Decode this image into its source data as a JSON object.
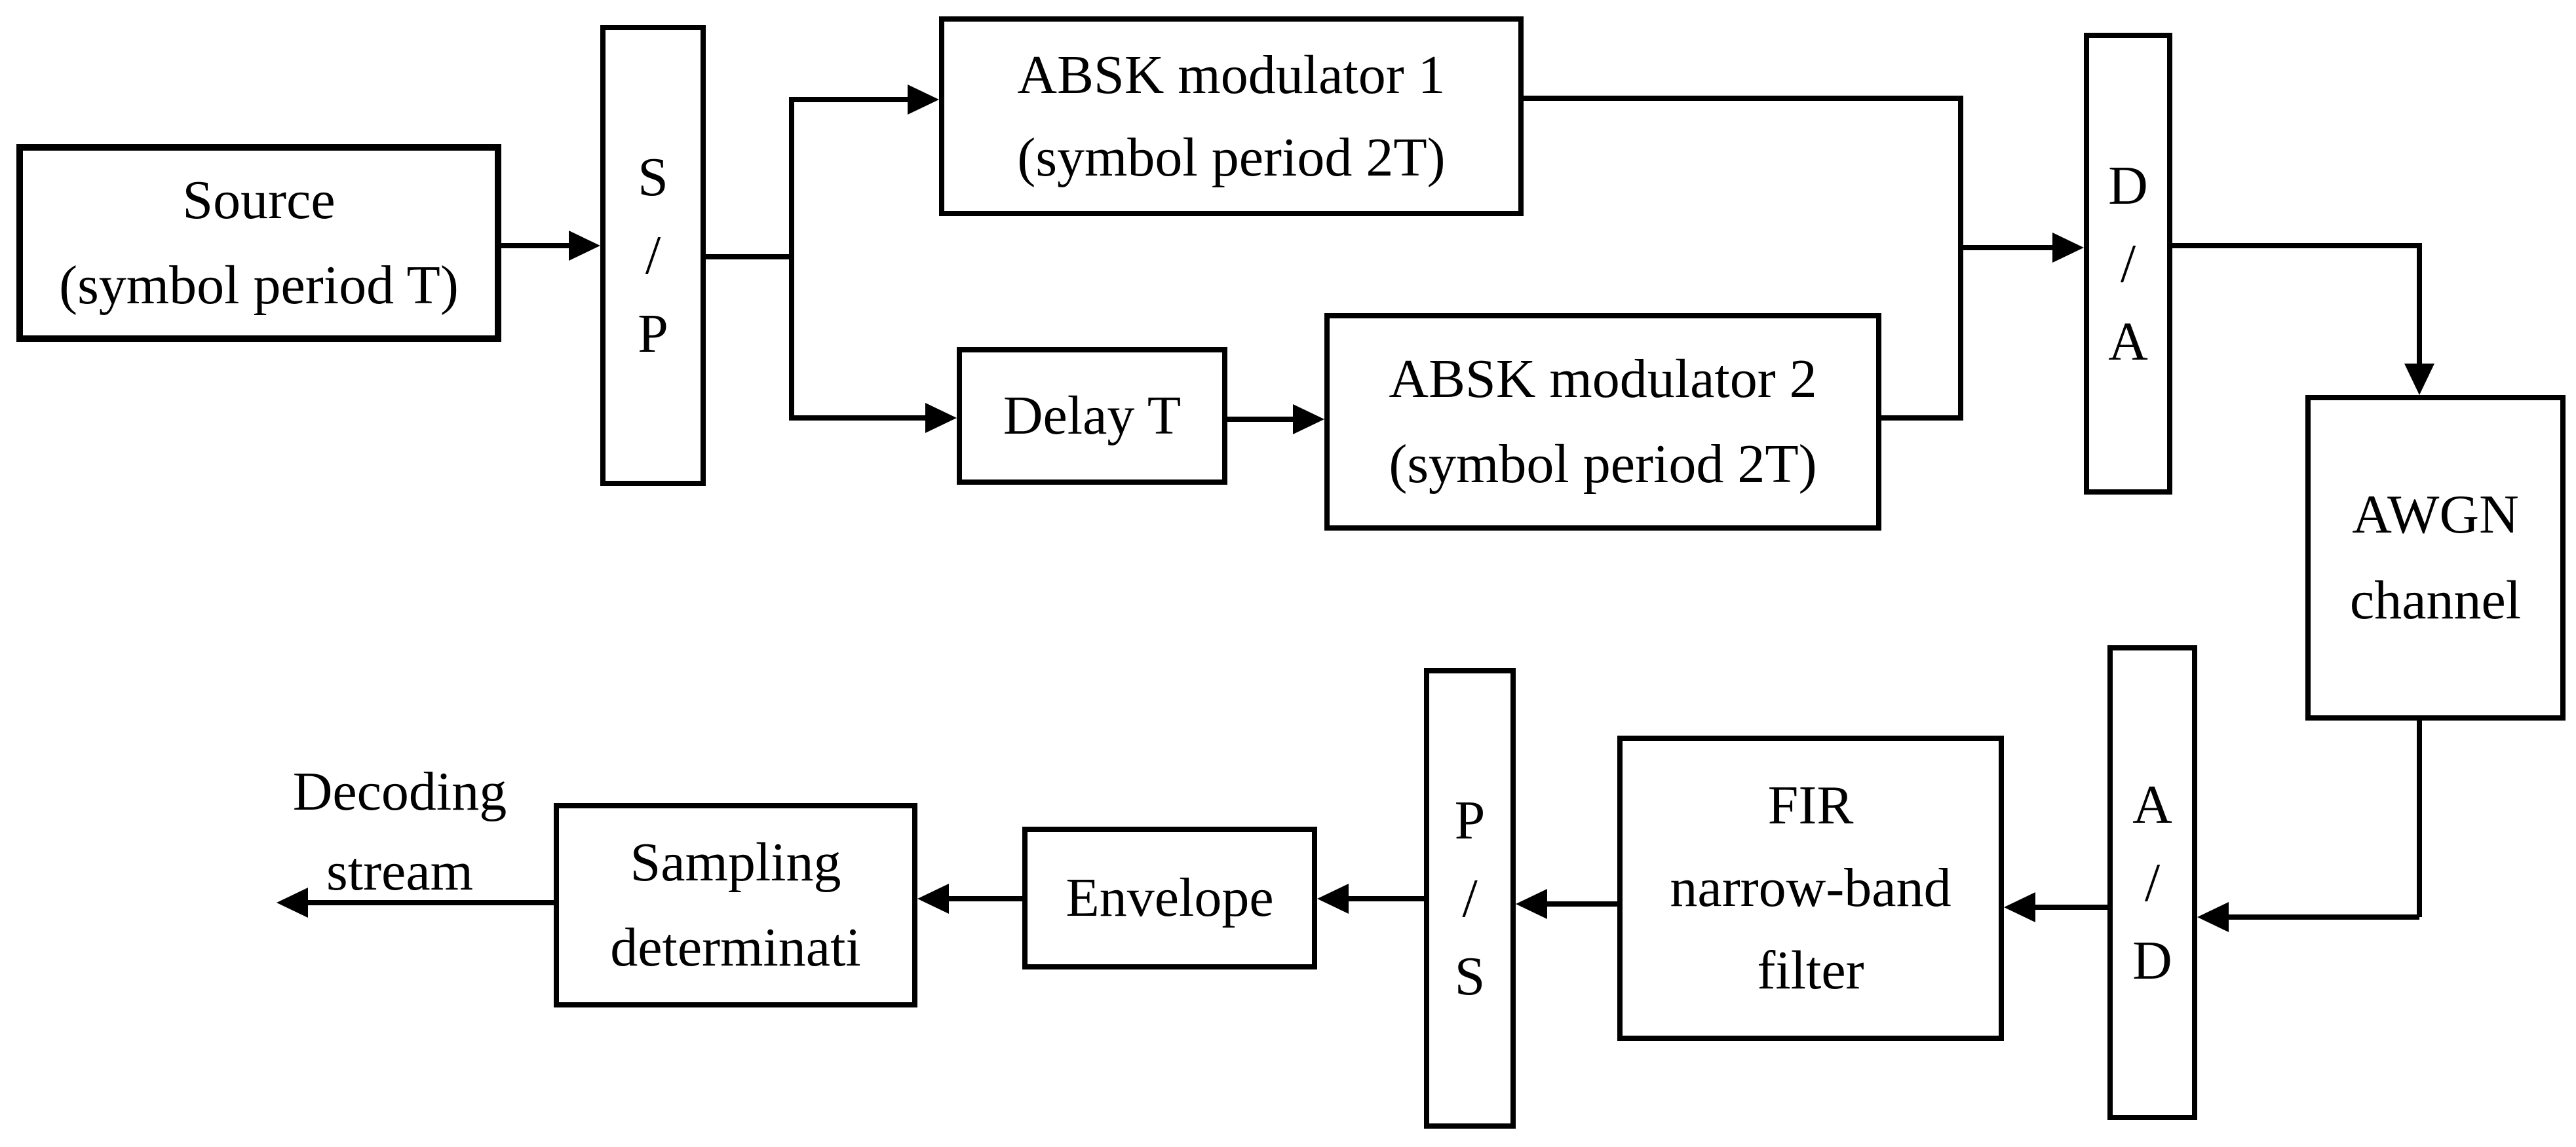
{
  "meta": {
    "title": "ABSK modulation-demodulation system block diagram",
    "colors": {
      "background": "#ffffff",
      "stroke": "#000000",
      "text": "#000000"
    }
  },
  "diagram": {
    "nodes": {
      "source": {
        "lines": [
          "Source",
          "(symbol period T)"
        ]
      },
      "sp": {
        "lines": [
          "S",
          "/",
          "P"
        ]
      },
      "absk1": {
        "lines": [
          "ABSK modulator 1",
          "(symbol period 2T)"
        ]
      },
      "delay": {
        "lines": [
          "Delay T"
        ]
      },
      "absk2": {
        "lines": [
          "ABSK modulator 2",
          "(symbol period 2T)"
        ]
      },
      "da": {
        "lines": [
          "D",
          "/",
          "A"
        ]
      },
      "awgn": {
        "lines": [
          "AWGN",
          "channel"
        ]
      },
      "ad": {
        "lines": [
          "A",
          "/",
          "D"
        ]
      },
      "fir": {
        "lines": [
          "FIR",
          "narrow-band",
          "filter"
        ]
      },
      "ps": {
        "lines": [
          "P",
          "/",
          "S"
        ]
      },
      "envelope": {
        "lines": [
          "Envelope"
        ]
      },
      "sampling": {
        "lines": [
          "Sampling",
          "determinati"
        ]
      },
      "output_label": {
        "lines": [
          "Decoding",
          "stream"
        ]
      }
    }
  }
}
